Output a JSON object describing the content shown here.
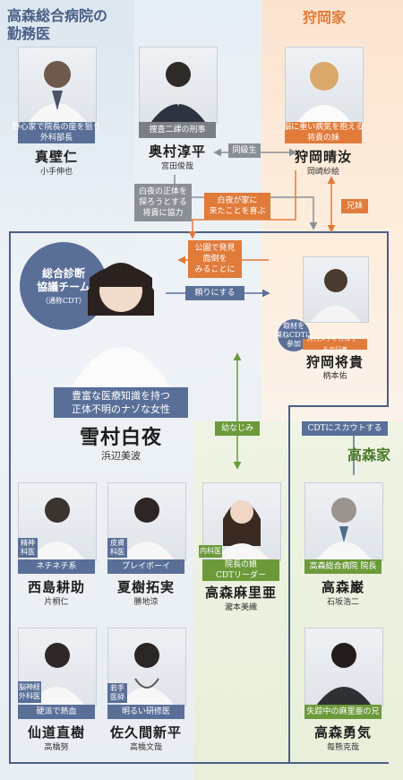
{
  "groups": {
    "hospital": "高森総合病院の\n勤務医",
    "karioka": "狩岡家",
    "takamori": "高森家",
    "team_title": "総合診断\n協議チーム",
    "team_sub": "（通称CDT）"
  },
  "people": {
    "makabe": {
      "tag": "野心家で院長の座を狙う\n外科部長",
      "name": "真壁仁",
      "actor": "小手伸也"
    },
    "okumura": {
      "tag": "捜査二課の刑事",
      "name": "奥村淳平",
      "actor": "宮田俊哉"
    },
    "haruna": {
      "tag": "脳に重い病気を抱える\n将貴の妹",
      "name": "狩岡晴汝",
      "actor": "岡崎紗絵"
    },
    "byakuya": {
      "tag": "豊富な医療知識を持つ\n正体不明のナゾな女性",
      "name": "雪村白夜",
      "actor": "浜辺美波"
    },
    "masaki": {
      "tag": "月刊メディカルサーチの記者",
      "badge": "取材を\n兼ねCDTに\n参加",
      "name": "狩岡将貴",
      "actor": "柄本佑"
    },
    "nishijima": {
      "tag": "ネチネチ系",
      "badge": "精神\n科医",
      "name": "西島耕助",
      "actor": "片桐仁"
    },
    "natsuki": {
      "tag": "プレイボーイ",
      "badge": "皮膚\n科医",
      "name": "夏樹拓実",
      "actor": "勝地涼"
    },
    "maria": {
      "tag": "院長の娘\nCDTリーダー",
      "badge": "内科医",
      "name": "高森麻里亜",
      "actor": "瀧本美織"
    },
    "iwao": {
      "tag": "高森総合病院 院長",
      "name": "高森巌",
      "actor": "石坂浩二"
    },
    "sendo": {
      "tag": "硬派で熱血",
      "badge": "脳神経\n外科医",
      "name": "仙道直樹",
      "actor": "高橋努"
    },
    "sakuma": {
      "tag": "明るい研修医",
      "badge": "若手\n医師",
      "name": "佐久間新平",
      "actor": "高橋文哉"
    },
    "yuki": {
      "tag": "失踪中の麻里亜の兄",
      "name": "高森勇気",
      "actor": "毎熊克哉"
    }
  },
  "relations": {
    "classmates": "同級生",
    "siblings": "兄妹",
    "okumura_help": "白夜の正体を\n探ろうとする\n将貴に協力",
    "haruna_glad": "白夜が家に\n来たことを喜ぶ",
    "found_park": "公園で発見\n面倒を\nみることに",
    "rely": "頼りにする",
    "childhood": "幼なじみ",
    "scout": "CDTにスカウトする"
  },
  "colors": {
    "navy": "#4b5f86",
    "orange": "#e07b3a",
    "green": "#6c9a3a",
    "gray": "#8a8f96"
  }
}
